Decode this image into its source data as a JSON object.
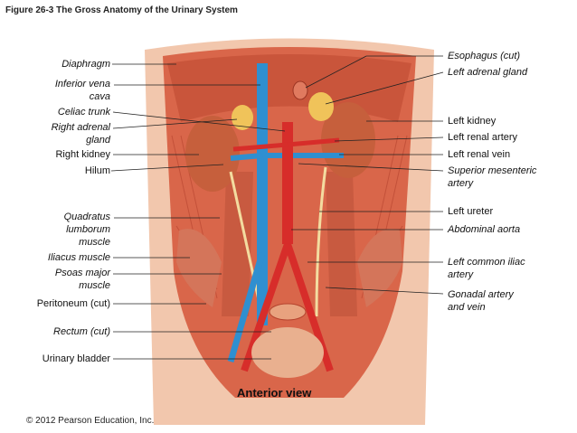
{
  "figure_title": "Figure 26-3  The Gross Anatomy of the Urinary System",
  "view_caption": "Anterior view",
  "copyright": "© 2012 Pearson Education, Inc.",
  "colors": {
    "muscle": "#d9664a",
    "muscle_dark": "#b5432e",
    "skin": "#f2c7ad",
    "vein": "#2f8fd0",
    "artery": "#d72d2a",
    "kidney": "#c65f3c",
    "adrenal": "#f0c35a",
    "ureter": "#f3dca0"
  },
  "left_labels": [
    {
      "id": "diaphragm",
      "text": "Diaphragm",
      "lines": [
        "Diaphragm"
      ],
      "italic": true
    },
    {
      "id": "ivc",
      "text": "Inferior vena cava",
      "lines": [
        "Inferior vena",
        "cava"
      ],
      "italic": true
    },
    {
      "id": "celiac",
      "text": "Celiac trunk",
      "lines": [
        "Celiac trunk"
      ],
      "italic": true
    },
    {
      "id": "r_adrenal",
      "text": "Right adrenal gland",
      "lines": [
        "Right adrenal",
        "gland"
      ],
      "italic": true
    },
    {
      "id": "r_kidney",
      "text": "Right kidney",
      "lines": [
        "Right kidney"
      ],
      "italic": false
    },
    {
      "id": "hilum",
      "text": "Hilum",
      "lines": [
        "Hilum"
      ],
      "italic": false
    },
    {
      "id": "quadratus",
      "text": "Quadratus lumborum muscle",
      "lines": [
        "Quadratus",
        "lumborum",
        "muscle"
      ],
      "italic": true
    },
    {
      "id": "iliacus",
      "text": "Iliacus muscle",
      "lines": [
        "Iliacus muscle"
      ],
      "italic": true
    },
    {
      "id": "psoas",
      "text": "Psoas major muscle",
      "lines": [
        "Psoas major",
        "muscle"
      ],
      "italic": true
    },
    {
      "id": "peritoneum",
      "text": "Peritoneum (cut)",
      "lines": [
        "Peritoneum (cut)"
      ],
      "italic": false
    },
    {
      "id": "rectum",
      "text": "Rectum (cut)",
      "lines": [
        "Rectum (cut)"
      ],
      "italic": true
    },
    {
      "id": "bladder",
      "text": "Urinary bladder",
      "lines": [
        "Urinary bladder"
      ],
      "italic": false
    }
  ],
  "right_labels": [
    {
      "id": "esophagus",
      "text": "Esophagus (cut)",
      "lines": [
        "Esophagus (cut)"
      ],
      "italic": true
    },
    {
      "id": "l_adrenal",
      "text": "Left adrenal gland",
      "lines": [
        "Left adrenal gland"
      ],
      "italic": true
    },
    {
      "id": "l_kidney",
      "text": "Left kidney",
      "lines": [
        "Left kidney"
      ],
      "italic": false
    },
    {
      "id": "l_renal_artery",
      "text": "Left renal artery",
      "lines": [
        "Left renal artery"
      ],
      "italic": false
    },
    {
      "id": "l_renal_vein",
      "text": "Left renal vein",
      "lines": [
        "Left renal vein"
      ],
      "italic": false
    },
    {
      "id": "sma",
      "text": "Superior mesenteric artery",
      "lines": [
        "Superior mesenteric",
        "artery"
      ],
      "italic": true
    },
    {
      "id": "l_ureter",
      "text": "Left ureter",
      "lines": [
        "Left ureter"
      ],
      "italic": false
    },
    {
      "id": "aorta",
      "text": "Abdominal aorta",
      "lines": [
        "Abdominal aorta"
      ],
      "italic": true
    },
    {
      "id": "l_iliac",
      "text": "Left common iliac artery",
      "lines": [
        "Left common iliac",
        "artery"
      ],
      "italic": true
    },
    {
      "id": "gonadal",
      "text": "Gonadal artery and vein",
      "lines": [
        "Gonadal artery",
        "and vein"
      ],
      "italic": true
    }
  ]
}
